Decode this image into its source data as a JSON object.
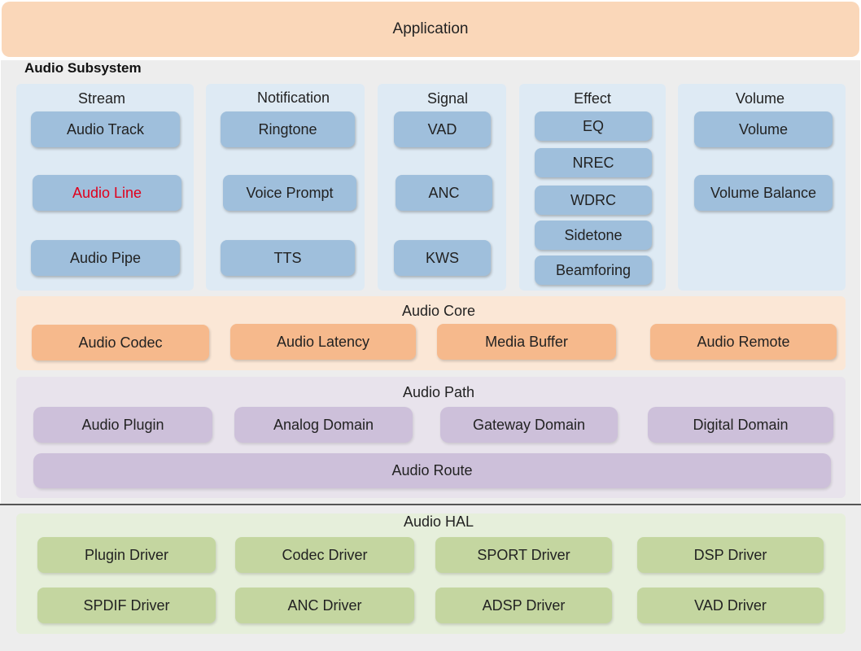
{
  "application": {
    "label": "Application"
  },
  "subsystem": {
    "title": "Audio Subsystem"
  },
  "groups": {
    "stream": {
      "title": "Stream",
      "items": [
        "Audio Track",
        "Audio Line",
        "Audio Pipe"
      ]
    },
    "notification": {
      "title": "Notification",
      "items": [
        "Ringtone",
        "Voice Prompt",
        "TTS"
      ]
    },
    "signal": {
      "title": "Signal",
      "items": [
        "VAD",
        "ANC",
        "KWS"
      ]
    },
    "effect": {
      "title": "Effect",
      "items": [
        "EQ",
        "NREC",
        "WDRC",
        "Sidetone",
        "Beamforing"
      ]
    },
    "volume": {
      "title": "Volume",
      "items": [
        "Volume",
        "Volume Balance"
      ]
    }
  },
  "core": {
    "title": "Audio Core",
    "items": [
      "Audio Codec",
      "Audio Latency",
      "Media Buffer",
      "Audio Remote"
    ]
  },
  "path": {
    "title": "Audio Path",
    "items": [
      "Audio Plugin",
      "Analog Domain",
      "Gateway Domain",
      "Digital Domain"
    ],
    "route": "Audio Route"
  },
  "hal": {
    "title": "Audio HAL",
    "items": [
      "Plugin Driver",
      "Codec Driver",
      "SPORT Driver",
      "DSP Driver",
      "SPDIF Driver",
      "ANC Driver",
      "ADSP Driver",
      "VAD Driver"
    ]
  },
  "colors": {
    "highlight_text": "#e0001c"
  }
}
